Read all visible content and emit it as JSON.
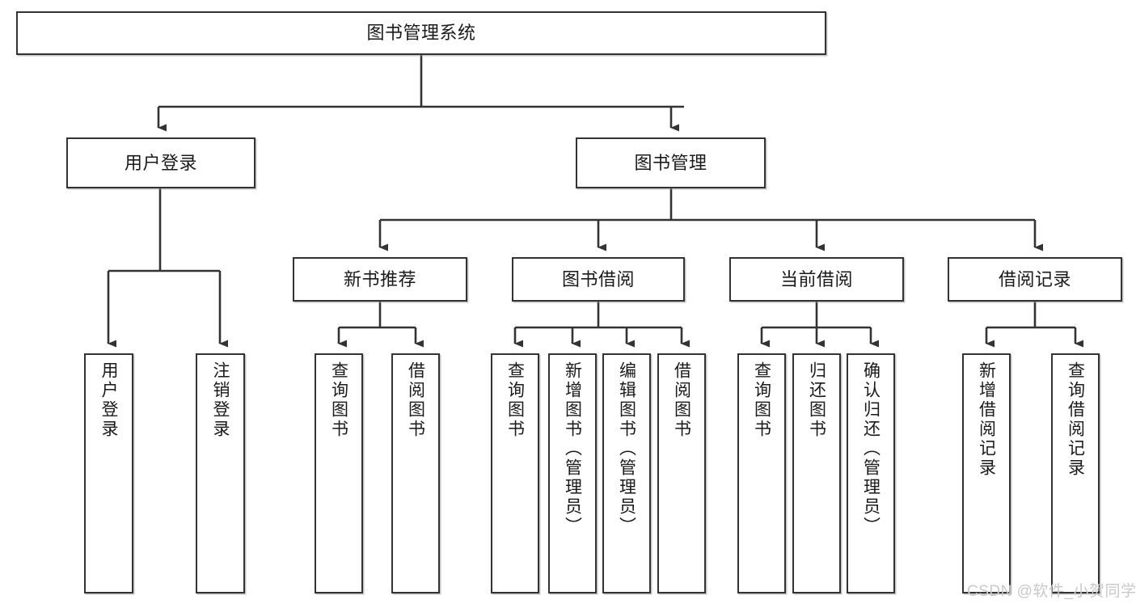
{
  "diagram": {
    "type": "tree-hierarchy-chart",
    "title": "图书管理系统",
    "root": {
      "label": "图书管理系统"
    },
    "level2": [
      {
        "label": "用户登录"
      },
      {
        "label": "图书管理"
      }
    ],
    "level3": [
      {
        "label": "新书推荐"
      },
      {
        "label": "图书借阅"
      },
      {
        "label": "当前借阅"
      },
      {
        "label": "借阅记录"
      }
    ],
    "leaves": {
      "user_login": [
        {
          "label": "用户登录"
        },
        {
          "label": "注销登录"
        }
      ],
      "new_book_recommend": [
        {
          "label": "查询图书"
        },
        {
          "label": "借阅图书"
        }
      ],
      "book_borrow": [
        {
          "label": "查询图书"
        },
        {
          "label": "新增图书（管理员）"
        },
        {
          "label": "编辑图书（管理员）"
        },
        {
          "label": "借阅图书"
        }
      ],
      "current_borrow": [
        {
          "label": "查询图书"
        },
        {
          "label": "归还图书"
        },
        {
          "label": "确认归还（管理员）"
        }
      ],
      "borrow_record": [
        {
          "label": "新增借阅记录"
        },
        {
          "label": "查询借阅记录"
        }
      ]
    }
  },
  "watermark": {
    "text": "CSDN @软件_小贺同学"
  },
  "colors": {
    "border": "#333333",
    "text": "#1a1a1a",
    "background": "#ffffff",
    "watermark": "#c9c9c9"
  }
}
